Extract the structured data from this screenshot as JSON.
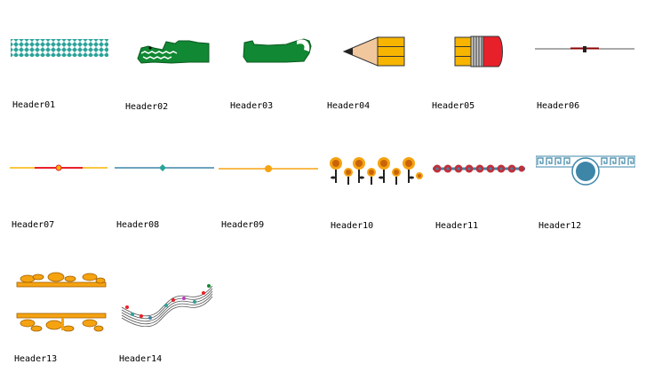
{
  "colors": {
    "teal": "#2aa39a",
    "green": "#118833",
    "pencil_yellow": "#f7b500",
    "wood": "#f1c79e",
    "eraser_red": "#e8202a",
    "orange": "#f5a311",
    "sunflower": "#c9630a",
    "dark_red": "#8b0000",
    "blue_teal": "#3d86a8",
    "gold": "#e0a000"
  },
  "headers": [
    {
      "label": "Header01",
      "icon": "diamond-lattice-band-icon"
    },
    {
      "label": "Header02",
      "icon": "crocodile-icon"
    },
    {
      "label": "Header03",
      "icon": "lizard-icon"
    },
    {
      "label": "Header04",
      "icon": "pencil-icon"
    },
    {
      "label": "Header05",
      "icon": "pencil-eraser-icon"
    },
    {
      "label": "Header06",
      "icon": "thin-line-divider-icon"
    },
    {
      "label": "Header07",
      "icon": "red-yellow-line-divider-icon"
    },
    {
      "label": "Header08",
      "icon": "teal-line-diamond-divider-icon"
    },
    {
      "label": "Header09",
      "icon": "orange-line-dot-divider-icon"
    },
    {
      "label": "Header10",
      "icon": "sunflower-row-icon"
    },
    {
      "label": "Header11",
      "icon": "flower-chain-icon"
    },
    {
      "label": "Header12",
      "icon": "greek-key-medallion-icon"
    },
    {
      "label": "Header13",
      "icon": "golden-leaf-frame-icon"
    },
    {
      "label": "Header14",
      "icon": "music-staff-ribbon-icon"
    }
  ]
}
